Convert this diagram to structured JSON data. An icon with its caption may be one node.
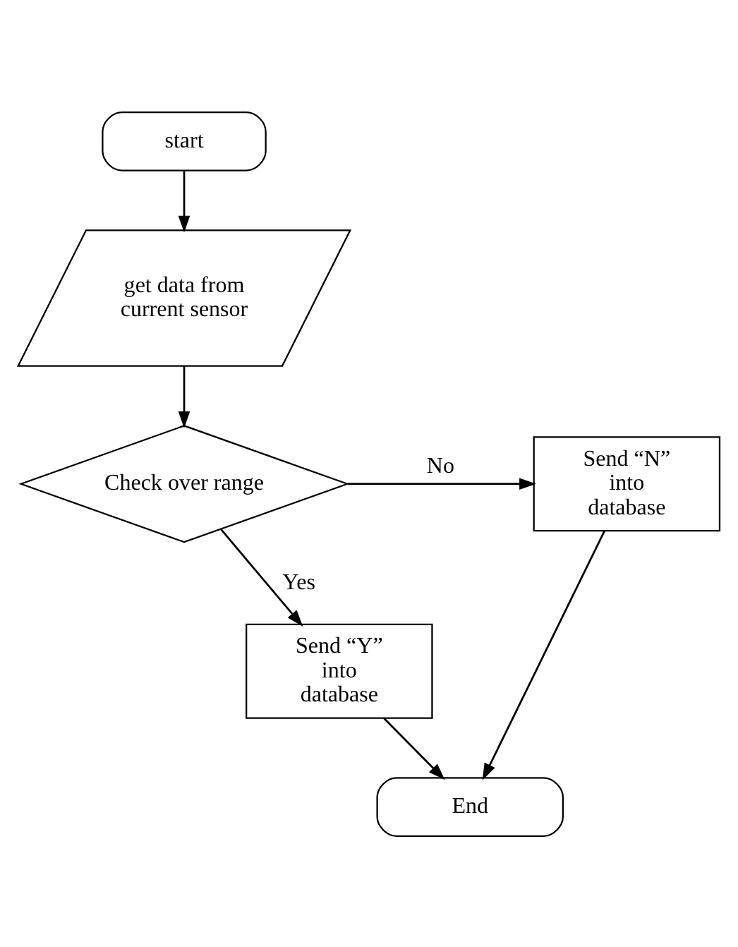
{
  "diagram": {
    "nodes": [
      {
        "text": [
          "start"
        ]
      },
      {
        "text": [
          "get data from current sensor"
        ]
      },
      {
        "text": [
          "Check over range"
        ]
      },
      {
        "text": [
          "Send “N” into database"
        ]
      },
      {
        "text": [
          "Send “Y” into database"
        ]
      },
      {
        "text": [
          "End"
        ]
      }
    ],
    "edges": [
      {
        "from": 0,
        "to": 1,
        "arrow": "to"
      },
      {
        "from": 1,
        "to": 2,
        "arrow": "to"
      },
      {
        "from": 2,
        "to": 3,
        "arrow": "to",
        "label": "No"
      },
      {
        "from": 2,
        "to": 4,
        "arrow": "to",
        "label": "Yes"
      },
      {
        "from": 3,
        "to": 5,
        "arrow": "to"
      },
      {
        "from": 4,
        "to": 5,
        "arrow": "to"
      }
    ]
  }
}
